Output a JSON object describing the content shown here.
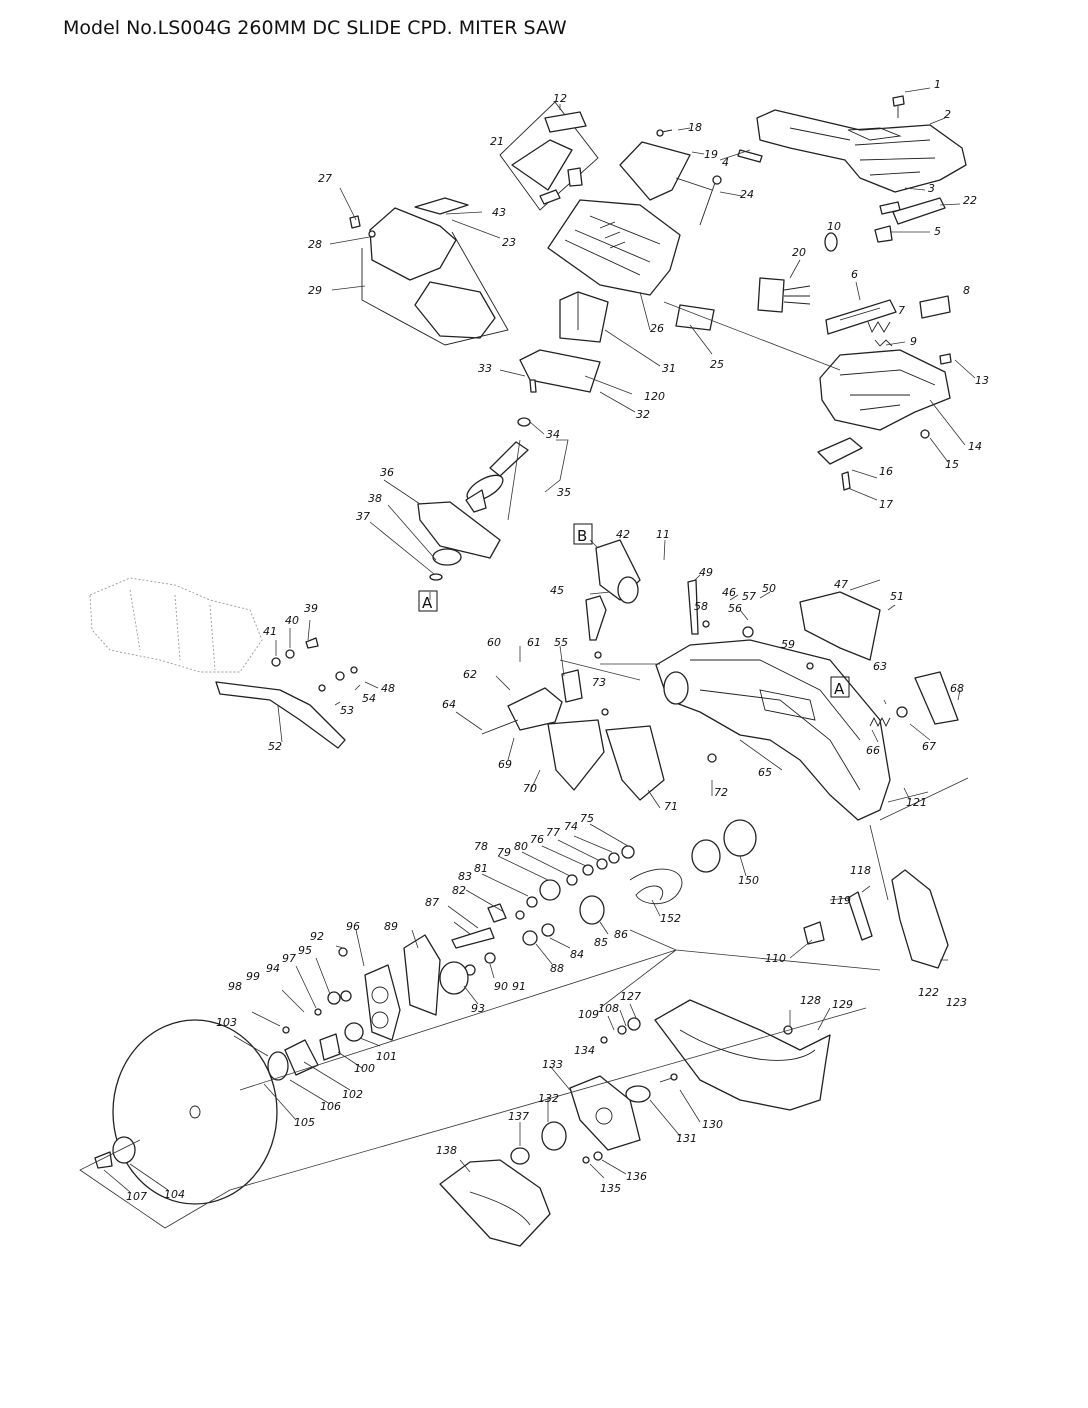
{
  "title": "Model No.LS004G 260MM DC SLIDE CPD. MITER SAW",
  "callout_a": "A",
  "callout_b": "B",
  "part_numbers": [
    "1",
    "2",
    "3",
    "4",
    "5",
    "6",
    "7",
    "8",
    "9",
    "10",
    "11",
    "12",
    "13",
    "14",
    "15",
    "16",
    "17",
    "18",
    "19",
    "20",
    "21",
    "22",
    "23",
    "24",
    "25",
    "26",
    "27",
    "28",
    "29",
    "31",
    "32",
    "33",
    "34",
    "35",
    "36",
    "37",
    "38",
    "39",
    "40",
    "41",
    "42",
    "43",
    "45",
    "46",
    "47",
    "48",
    "49",
    "50",
    "51",
    "52",
    "53",
    "54",
    "55",
    "56",
    "57",
    "58",
    "59",
    "60",
    "61",
    "62",
    "63",
    "64",
    "65",
    "66",
    "67",
    "68",
    "69",
    "70",
    "71",
    "72",
    "73",
    "74",
    "75",
    "76",
    "77",
    "78",
    "79",
    "80",
    "81",
    "82",
    "83",
    "84",
    "85",
    "86",
    "87",
    "88",
    "89",
    "90",
    "91",
    "92",
    "93",
    "94",
    "95",
    "96",
    "97",
    "98",
    "99",
    "100",
    "101",
    "102",
    "103",
    "104",
    "105",
    "106",
    "107",
    "108",
    "109",
    "110",
    "118",
    "119",
    "120",
    "121",
    "122",
    "123",
    "127",
    "128",
    "129",
    "130",
    "131",
    "132",
    "133",
    "134",
    "135",
    "136",
    "137",
    "138",
    "150",
    "152"
  ]
}
